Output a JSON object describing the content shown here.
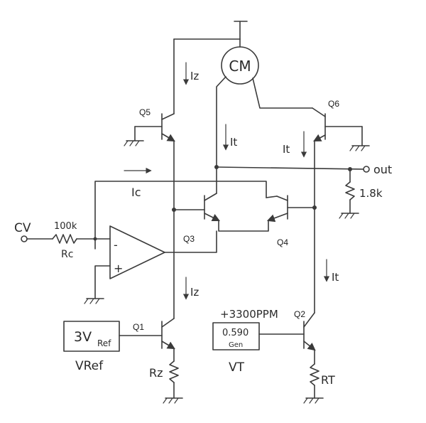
{
  "labels": {
    "cm": "CM",
    "q1": "Q1",
    "q2": "Q2",
    "q3": "Q3",
    "q4": "Q4",
    "q5": "Q5",
    "q6": "Q6",
    "iz_top": "Iz",
    "iz_bottom": "Iz",
    "it_left": "It",
    "it_right": "It",
    "it_bottom": "It",
    "ic": "Ic",
    "out": "out",
    "r_out": "1.8k",
    "cv": "CV",
    "rc_value": "100k",
    "rc": "Rc",
    "opamp_minus": "-",
    "opamp_plus": "+",
    "vref_box": "3V",
    "vref_box_sub": "Ref",
    "vref": "VRef",
    "rz": "Rz",
    "ppm": "+3300PPM",
    "gen_value": "0.590",
    "gen": "Gen",
    "vt": "VT",
    "rt": "RT"
  }
}
